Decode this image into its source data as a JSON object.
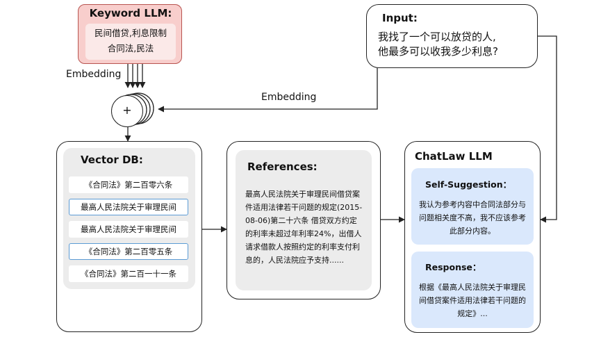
{
  "keyword_llm": {
    "title": "Keyword LLM:",
    "line1": "民间借贷,利息限制",
    "line2": "合同法,民法"
  },
  "input": {
    "title": "Input:",
    "line1": "我找了一个可以放贷的人,",
    "line2": "他最多可以收我多少利息?"
  },
  "edges": {
    "embedding_left": "Embedding",
    "embedding_right": "Embedding"
  },
  "merge_node": {
    "symbol": "+"
  },
  "vector_db": {
    "title": "Vector DB:",
    "items": [
      "《合同法》第二百零六条",
      "最高人民法院关于审理民间",
      "最高人民法院关于审理民间",
      "《合同法》第二百零五条",
      "《合同法》第二百一十一条"
    ]
  },
  "references": {
    "title": "References:",
    "text": "最高人民法院关于审理民间借贷案件适用法律若干问题的规定(2015-08-06)第二十六条 借贷双方约定的利率未超过年利率24%，出借人请求借款人按照约定的利率支付利息的，人民法院应予支持......"
  },
  "chatlaw": {
    "title": "ChatLaw LLM",
    "self_suggestion": {
      "title": "Self-Suggestion：",
      "text": "我认为参考内容中合同法部分与问题相关度不高，我不应该参考此部分内容。"
    },
    "response": {
      "title": "Response：",
      "text": "根据《最高人民法院关于审理民间借贷案件适用法律若干问题的规定》..."
    }
  }
}
